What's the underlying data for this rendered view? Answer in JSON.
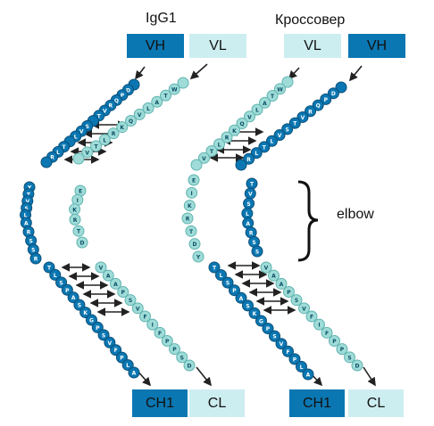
{
  "panel_left": {
    "title": "IgG1",
    "top": [
      "VH",
      "VL"
    ],
    "bottom": [
      "CH1",
      "CL"
    ]
  },
  "panel_right": {
    "title": "Кроссовер",
    "top": [
      "VL",
      "VH"
    ],
    "bottom": [
      "CH1",
      "CL"
    ]
  },
  "annotation": "elbow",
  "colors": {
    "dark_chain": "#0b77b2",
    "light_chain": "#9fdcd8",
    "label_dark_bg": "#0b77b2",
    "label_light_bg": "#cdeef1"
  },
  "residues": {
    "left_outer_top": [
      "",
      "D",
      "P",
      "Q",
      "R",
      "V",
      "T",
      "",
      "S",
      "V",
      "L",
      "",
      "T",
      "L",
      "R",
      ""
    ],
    "left_inner_top": [
      "",
      "W",
      "T",
      "A",
      "L",
      "V",
      "Q",
      "K",
      "R",
      "L",
      "T",
      "V",
      ""
    ],
    "left_outer_mid": [
      "Y",
      "T",
      "V",
      "S",
      "L",
      "A",
      "R",
      "S",
      "S",
      "R"
    ],
    "left_inner_mid": [
      "E",
      "I",
      "K",
      "R",
      "T",
      "D"
    ],
    "left_outer_bot": [
      "T",
      "L",
      "S",
      "P",
      "A",
      "S",
      "K",
      "G",
      "P",
      "S",
      "V",
      "F",
      "P",
      "L",
      "A"
    ],
    "left_inner_bot": [
      "V",
      "A",
      "A",
      "P",
      "S",
      "V",
      "F",
      "I",
      "F",
      "P",
      "P",
      "S",
      "D"
    ],
    "right_outer_top": [
      "",
      "W",
      "T",
      "A",
      "L",
      "V",
      "Q",
      "K",
      "R",
      "L",
      "T",
      "V",
      ""
    ],
    "right_inner_top": [
      "",
      "D",
      "P",
      "Q",
      "R",
      "V",
      "T",
      "S",
      "V",
      "L",
      "T",
      "L",
      "R",
      ""
    ],
    "right_outer_mid": [
      "E",
      "I",
      "K",
      "R",
      "T",
      "D",
      "Y"
    ],
    "right_inner_mid": [
      "T",
      "V",
      "S",
      "L",
      "A",
      "R",
      "S",
      "S"
    ],
    "right_outer_bot": [
      "T",
      "L",
      "S",
      "P",
      "A",
      "S",
      "K",
      "G",
      "P",
      "S",
      "V",
      "F",
      "P",
      "L",
      "A"
    ],
    "right_inner_bot": [
      "V",
      "A",
      "A",
      "P",
      "S",
      "V",
      "F",
      "I",
      "F",
      "P",
      "P",
      "S",
      "D"
    ]
  }
}
